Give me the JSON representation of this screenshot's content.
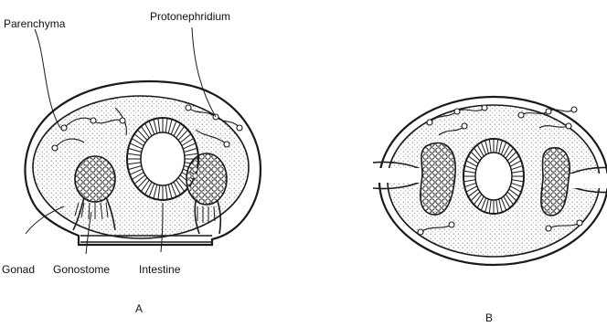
{
  "labels": {
    "parenchyma": "Parenchyma",
    "protonephridium": "Protonephridium",
    "gonad": "Gonad",
    "gonostome": "Gonostome",
    "intestine": "Intestine"
  },
  "captions": {
    "a": "A",
    "b": "B"
  },
  "colors": {
    "ink": "#1a1a1a",
    "paper": "#ffffff",
    "stipple": "#555555"
  }
}
